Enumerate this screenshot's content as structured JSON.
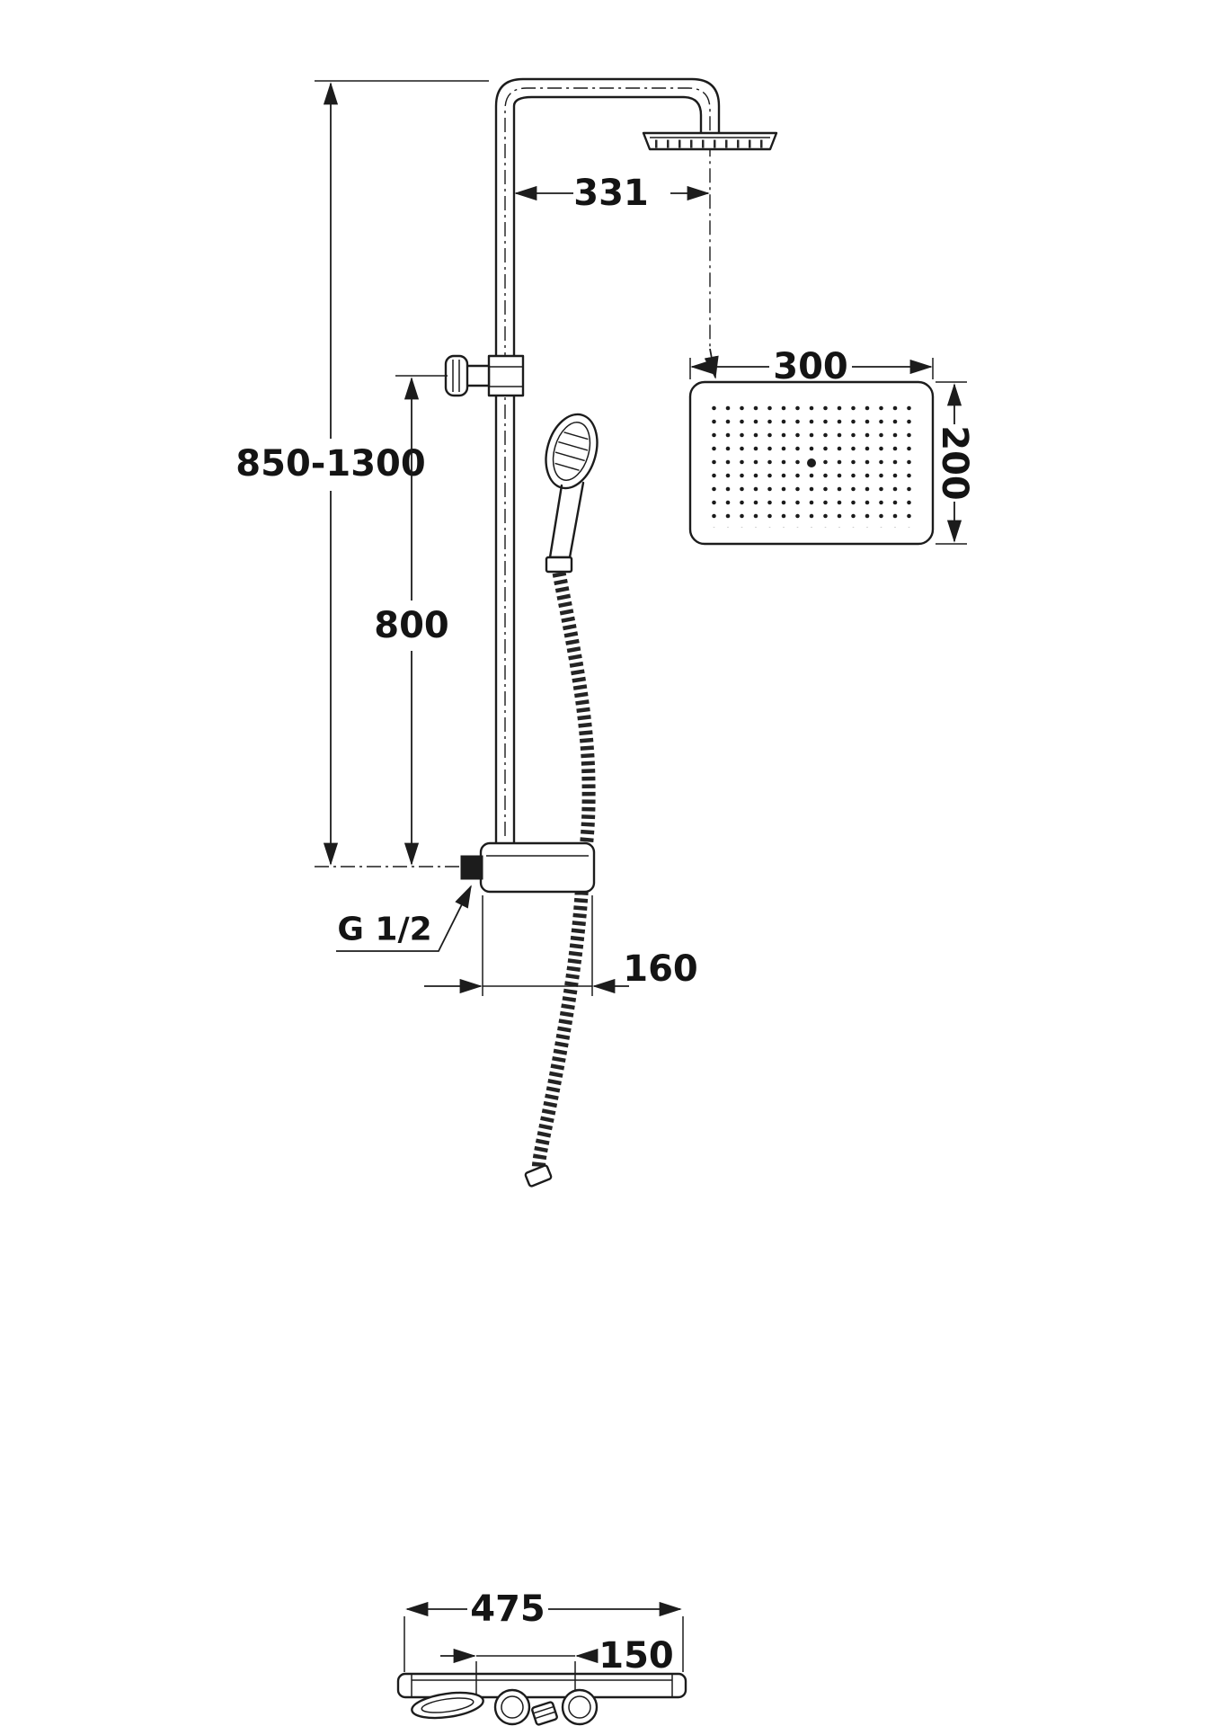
{
  "drawing": {
    "type": "technical-dimension-drawing",
    "subject": "shower column with overhead rain shower, hand shower and mixer",
    "background": "#ffffff",
    "line_color": "#1c1c1c",
    "text_color": "#141414",
    "dimensions": {
      "arm_reach": "331",
      "head_width": "300",
      "head_depth": "200",
      "column_height_range": "850-1300",
      "slider_to_mixer": "800",
      "inlet_thread": "G 1/2",
      "mixer_width": "160",
      "base_bar_width": "475",
      "handle_spacing": "150"
    }
  }
}
